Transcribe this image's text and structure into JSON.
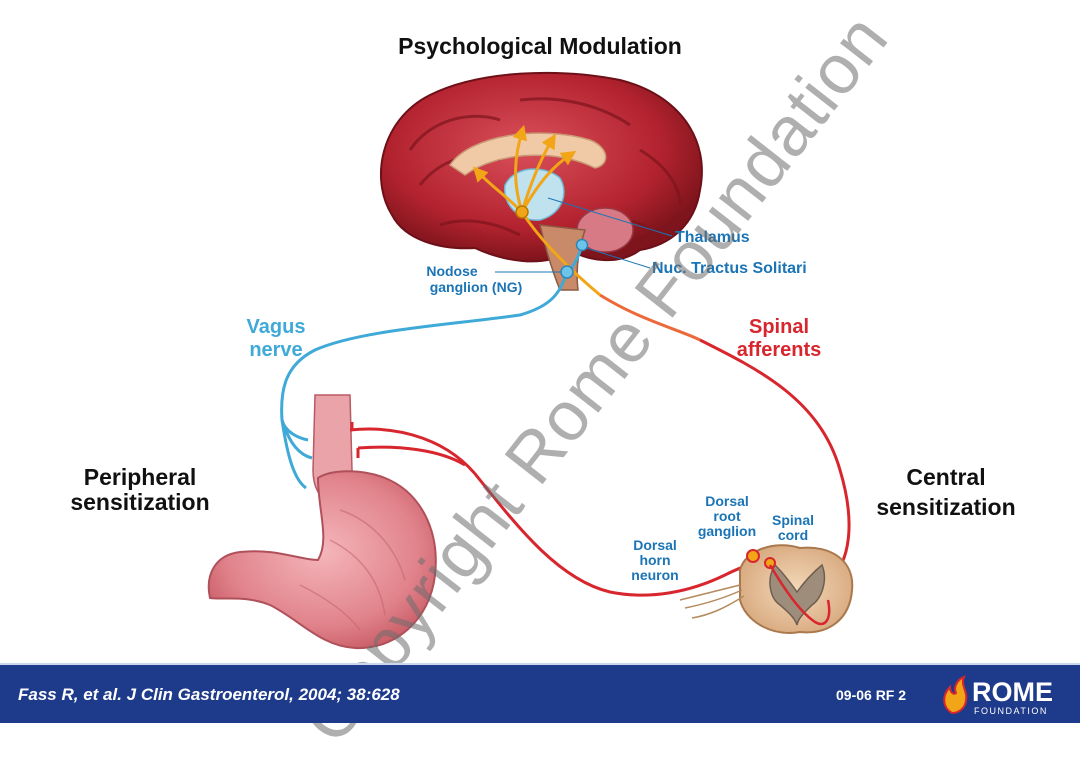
{
  "title": "Psychological Modulation",
  "labels": {
    "thalamus": "Thalamus",
    "nts": "Nuc. Tractus Solitari",
    "nodose_line1": "Nodose",
    "nodose_line2": "ganglion (NG)",
    "vagus_line1": "Vagus",
    "vagus_line2": "nerve",
    "spinal_line1": "Spinal",
    "spinal_line2": "afferents",
    "peripheral_line1": "Peripheral",
    "peripheral_line2": "sensitization",
    "central_line1": "Central",
    "central_line2": "sensitization",
    "drg_line1": "Dorsal",
    "drg_line2": "root",
    "drg_line3": "ganglion",
    "cord_line1": "Spinal",
    "cord_line2": "cord",
    "horn_line1": "Dorsal",
    "horn_line2": "horn",
    "horn_line3": "neuron"
  },
  "footer": {
    "citation": "Fass R, et al. J Clin Gastroenterol, 2004; 38:628",
    "slide_code": "09-06  RF 2",
    "logo_text": "ROME",
    "logo_subtext": "FOUNDATION"
  },
  "watermark": "Copyright Rome Foundation",
  "colors": {
    "vagus": "#3fa9d8",
    "spinal": "#d8262e",
    "modulation": "#f2a516",
    "label_blue": "#1a74b5",
    "footer_bg": "#1e3a8a"
  }
}
